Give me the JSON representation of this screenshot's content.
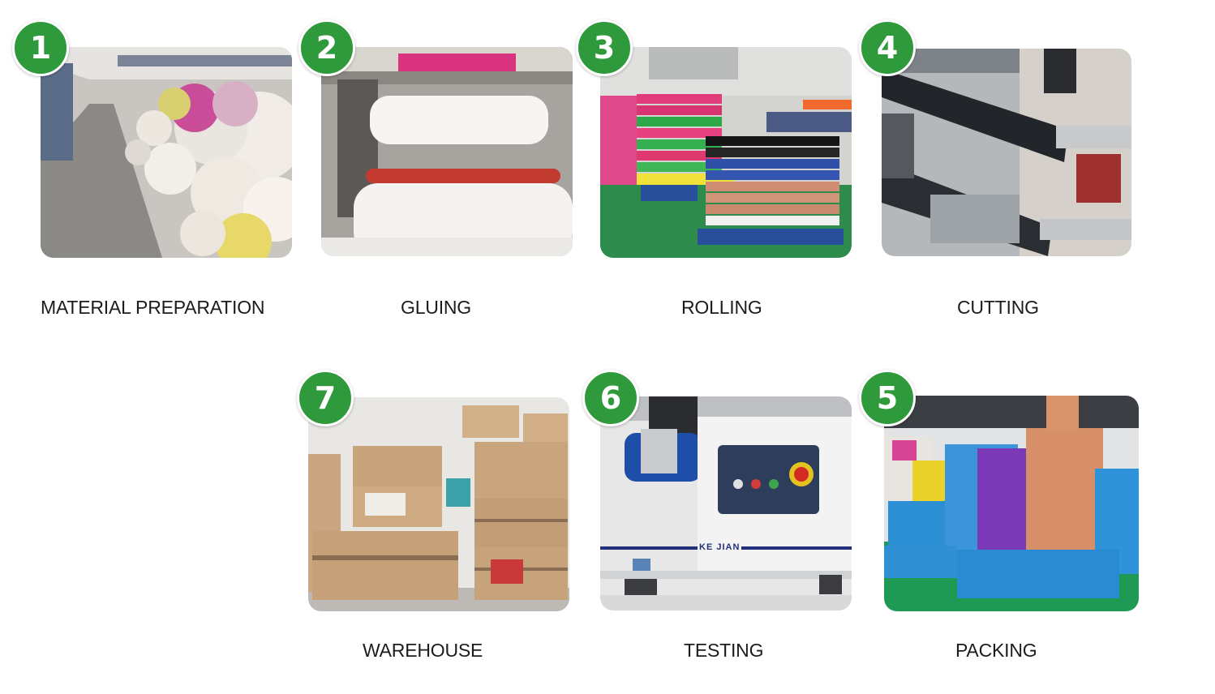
{
  "steps": [
    {
      "id": "material-preparation",
      "number": "1",
      "label": "MATERIAL PREPARATION"
    },
    {
      "id": "gluing",
      "number": "2",
      "label": "GLUING"
    },
    {
      "id": "rolling",
      "number": "3",
      "label": "ROLLING"
    },
    {
      "id": "cutting",
      "number": "4",
      "label": "CUTTING"
    },
    {
      "id": "packing",
      "number": "5",
      "label": "PACKING"
    },
    {
      "id": "testing",
      "number": "6",
      "label": "TESTING"
    },
    {
      "id": "warehouse",
      "number": "7",
      "label": "WAREHOUSE"
    }
  ],
  "device_label": "KE JIAN",
  "colors": {
    "badge": "#2f9a3c",
    "caption": "#1c1c1c",
    "background": "#ffffff"
  }
}
